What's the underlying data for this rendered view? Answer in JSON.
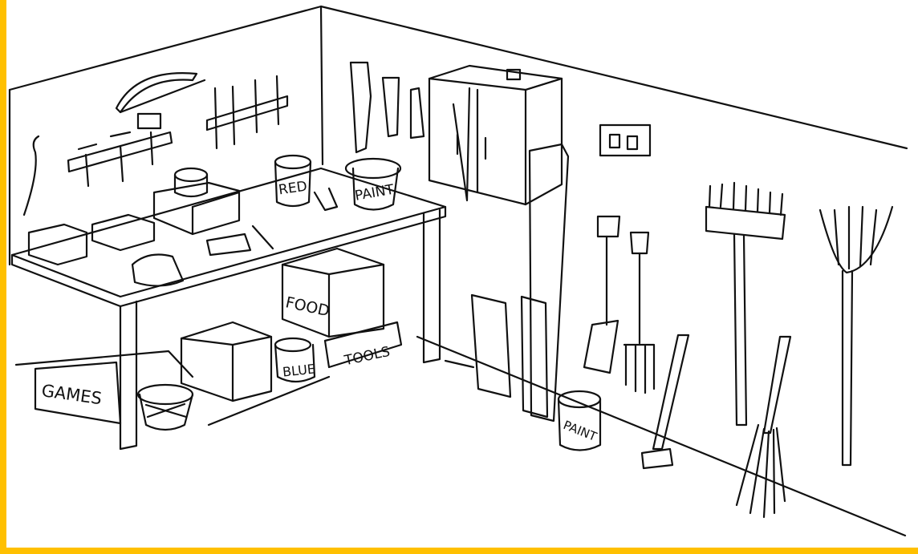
{
  "colors": {
    "frame": "#FFC000",
    "paper": "#FFFFFF",
    "ink": "#111111"
  },
  "labels": {
    "red_tin": "RED",
    "paint_tin_bench": "PAINT",
    "food_box": "FOOD",
    "tools_box": "TOOLS",
    "blue_tin": "BLUE",
    "games_box": "GAMES",
    "paint_tin_floor": "PAINT"
  },
  "icons": [
    "pegboard-hammers-icon",
    "hacksaw-icon",
    "chisel-rack-icon",
    "wall-cabinet-icon",
    "power-socket-icon",
    "spade-icon",
    "garden-fork-icon",
    "sledgehammer-icon",
    "broom-icon",
    "rake-icon",
    "besom-broom-icon",
    "planks-icon",
    "basket-icon"
  ]
}
